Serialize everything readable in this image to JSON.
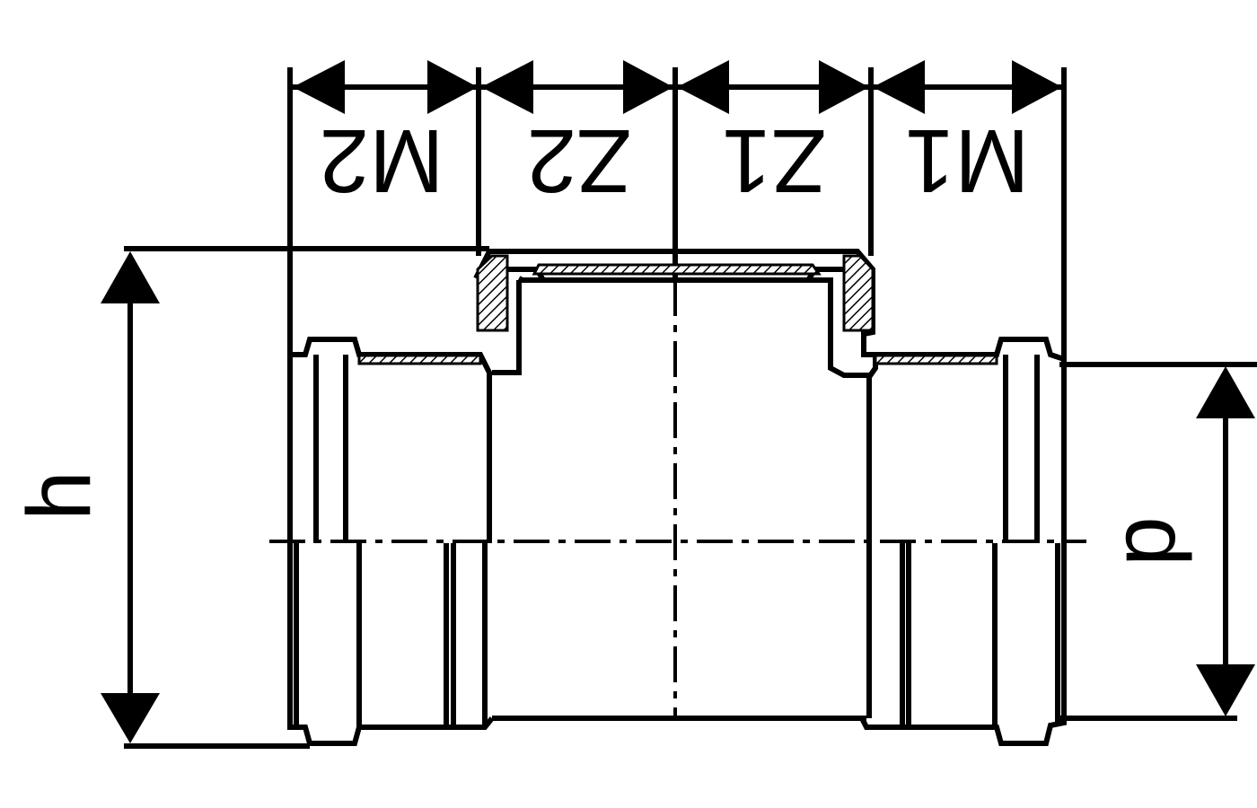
{
  "drawing": {
    "labels": {
      "m2": "M2",
      "z2": "Z2",
      "z1": "Z1",
      "m1": "M1",
      "h": "h",
      "d": "d"
    },
    "colors": {
      "line": "#000000",
      "background": "#ffffff"
    }
  }
}
